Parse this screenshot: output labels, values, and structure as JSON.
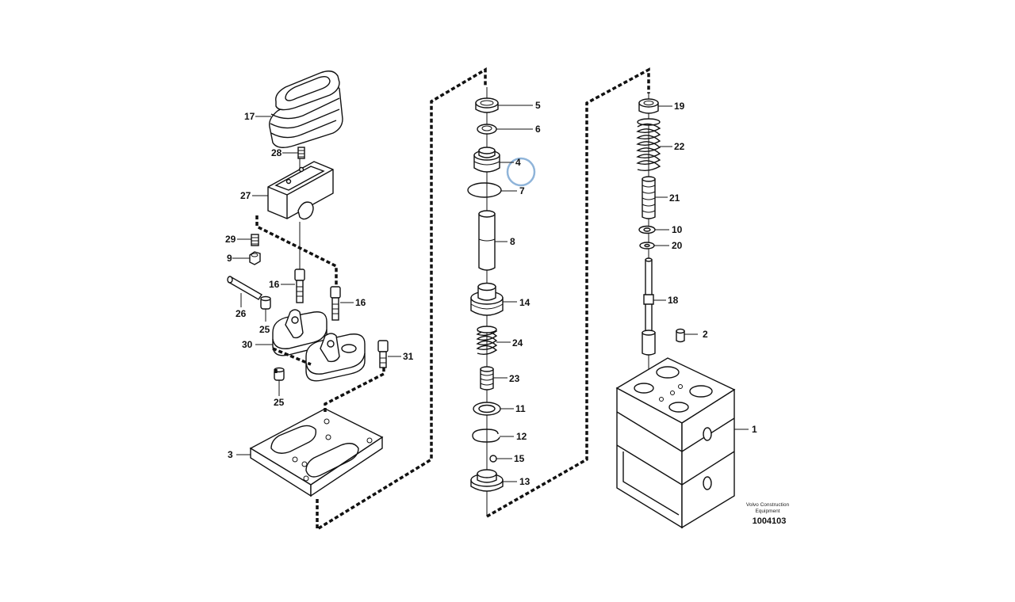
{
  "diagram": {
    "callouts": [
      {
        "id": "c17",
        "label": "17"
      },
      {
        "id": "c28",
        "label": "28"
      },
      {
        "id": "c27",
        "label": "27"
      },
      {
        "id": "c29",
        "label": "29"
      },
      {
        "id": "c9",
        "label": "9"
      },
      {
        "id": "c16a",
        "label": "16"
      },
      {
        "id": "c16b",
        "label": "16"
      },
      {
        "id": "c26",
        "label": "26"
      },
      {
        "id": "c25a",
        "label": "25"
      },
      {
        "id": "c30",
        "label": "30"
      },
      {
        "id": "c31",
        "label": "31"
      },
      {
        "id": "c25b",
        "label": "25"
      },
      {
        "id": "c3",
        "label": "3"
      },
      {
        "id": "c5",
        "label": "5"
      },
      {
        "id": "c6",
        "label": "6"
      },
      {
        "id": "c4",
        "label": "4"
      },
      {
        "id": "c7",
        "label": "7"
      },
      {
        "id": "c8",
        "label": "8"
      },
      {
        "id": "c14",
        "label": "14"
      },
      {
        "id": "c24",
        "label": "24"
      },
      {
        "id": "c23",
        "label": "23"
      },
      {
        "id": "c11",
        "label": "11"
      },
      {
        "id": "c12",
        "label": "12"
      },
      {
        "id": "c15",
        "label": "15"
      },
      {
        "id": "c13",
        "label": "13"
      },
      {
        "id": "c19",
        "label": "19"
      },
      {
        "id": "c22",
        "label": "22"
      },
      {
        "id": "c21",
        "label": "21"
      },
      {
        "id": "c10",
        "label": "10"
      },
      {
        "id": "c20",
        "label": "20"
      },
      {
        "id": "c18",
        "label": "18"
      },
      {
        "id": "c2",
        "label": "2"
      },
      {
        "id": "c1",
        "label": "1"
      }
    ],
    "credit_line1": "Volvo Construction",
    "credit_line2": "Equipment",
    "doc_number": "1004103",
    "highlight_color": "#8fb4d9"
  }
}
